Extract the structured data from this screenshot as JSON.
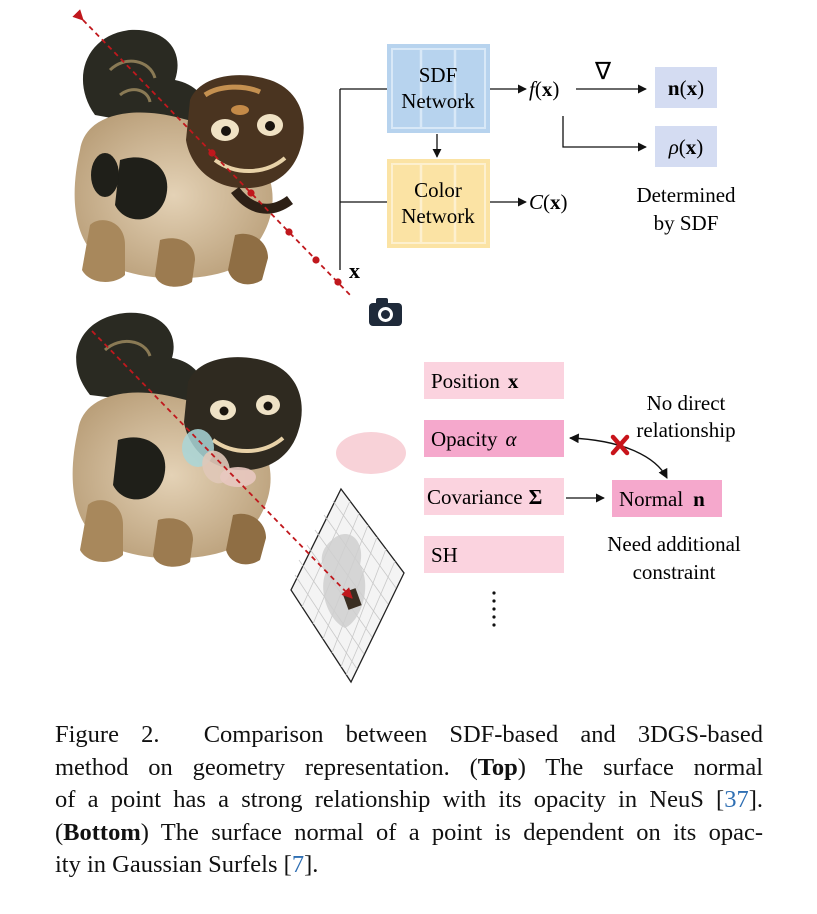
{
  "top": {
    "sdf_network_line1": "SDF",
    "sdf_network_line2": "Network",
    "color_network_line1": "Color",
    "color_network_line2": "Network",
    "f_of_x": "f(x)",
    "f_italic": "f",
    "x_bold": "x",
    "gradient_symbol": "∇",
    "normal_n": "n",
    "rho": "ρ",
    "c_italic": "C",
    "determined_line1": "Determined",
    "determined_line2": "by SDF",
    "point_label": "x",
    "camera_icon": "camera-icon",
    "colors": {
      "sdf_box": "#b7d3ee",
      "color_box": "#fbe3a4",
      "output_box": "#d4dcf2",
      "ray": "#c0181d"
    }
  },
  "bottom": {
    "attributes": [
      {
        "label": "Position",
        "symbol": "x"
      },
      {
        "label": "Opacity",
        "symbol": "α"
      },
      {
        "label": "Covariance",
        "symbol": "Σ"
      },
      {
        "label": "SH",
        "symbol": ""
      }
    ],
    "normal_label": "Normal",
    "normal_symbol": "n",
    "no_direct_line1": "No direct",
    "no_direct_line2": "relationship",
    "need_line1": "Need additional",
    "need_line2": "constraint",
    "colors": {
      "attr_box": "#fbd3df",
      "highlight_box": "#f5a8cc",
      "cross": "#c8141b"
    }
  },
  "caption": {
    "l1a": "Figure 2.",
    "l1b": "Comparison between SDF-based and 3DGS-based",
    "l2a": "method on geometry representation. (",
    "l2b": "Top",
    "l2c": ") The surface normal",
    "l3a": "of a point has a strong relationship with its opacity in NeuS [",
    "l3b": "37",
    "l3c": "].",
    "l4a": "(",
    "l4b": "Bottom",
    "l4c": ") The surface normal of a point is dependent on its opac-",
    "l5a": "ity in Gaussian Surfels [",
    "l5b": "7",
    "l5c": "]."
  }
}
